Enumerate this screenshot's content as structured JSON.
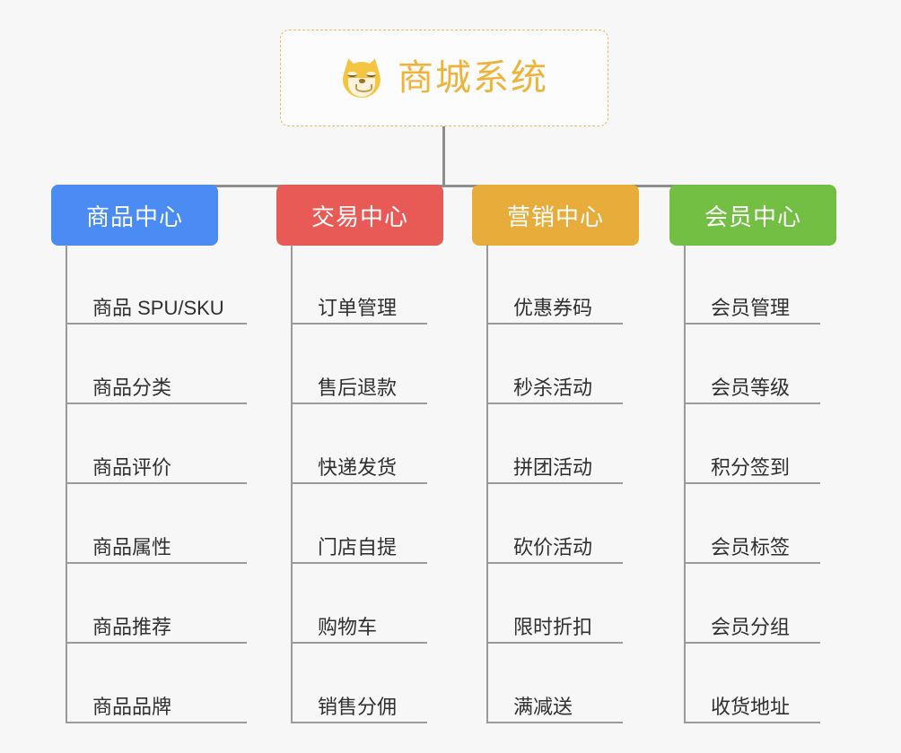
{
  "root": {
    "title": "商城系统",
    "icon": "shiba-dog-icon",
    "border_color": "#e8bb62",
    "text_color": "#f0b33a",
    "background": "#fcfcfc"
  },
  "canvas": {
    "background": "#f7f7f7",
    "line_color": "#8d8d8d",
    "leaf_line_color": "#9a9a9a"
  },
  "branches": [
    {
      "label": "商品中心",
      "color": "#4a8bf4",
      "items": [
        "商品 SPU/SKU",
        "商品分类",
        "商品评价",
        "商品属性",
        "商品推荐",
        "商品品牌"
      ]
    },
    {
      "label": "交易中心",
      "color": "#e75a55",
      "items": [
        "订单管理",
        "售后退款",
        "快递发货",
        "门店自提",
        "购物车",
        "销售分佣"
      ]
    },
    {
      "label": "营销中心",
      "color": "#e8ac3a",
      "items": [
        "优惠券码",
        "秒杀活动",
        "拼团活动",
        "砍价活动",
        "限时折扣",
        "满减送"
      ]
    },
    {
      "label": "会员中心",
      "color": "#72bf44",
      "items": [
        "会员管理",
        "会员等级",
        "积分签到",
        "会员标签",
        "会员分组",
        "收货地址"
      ]
    }
  ]
}
